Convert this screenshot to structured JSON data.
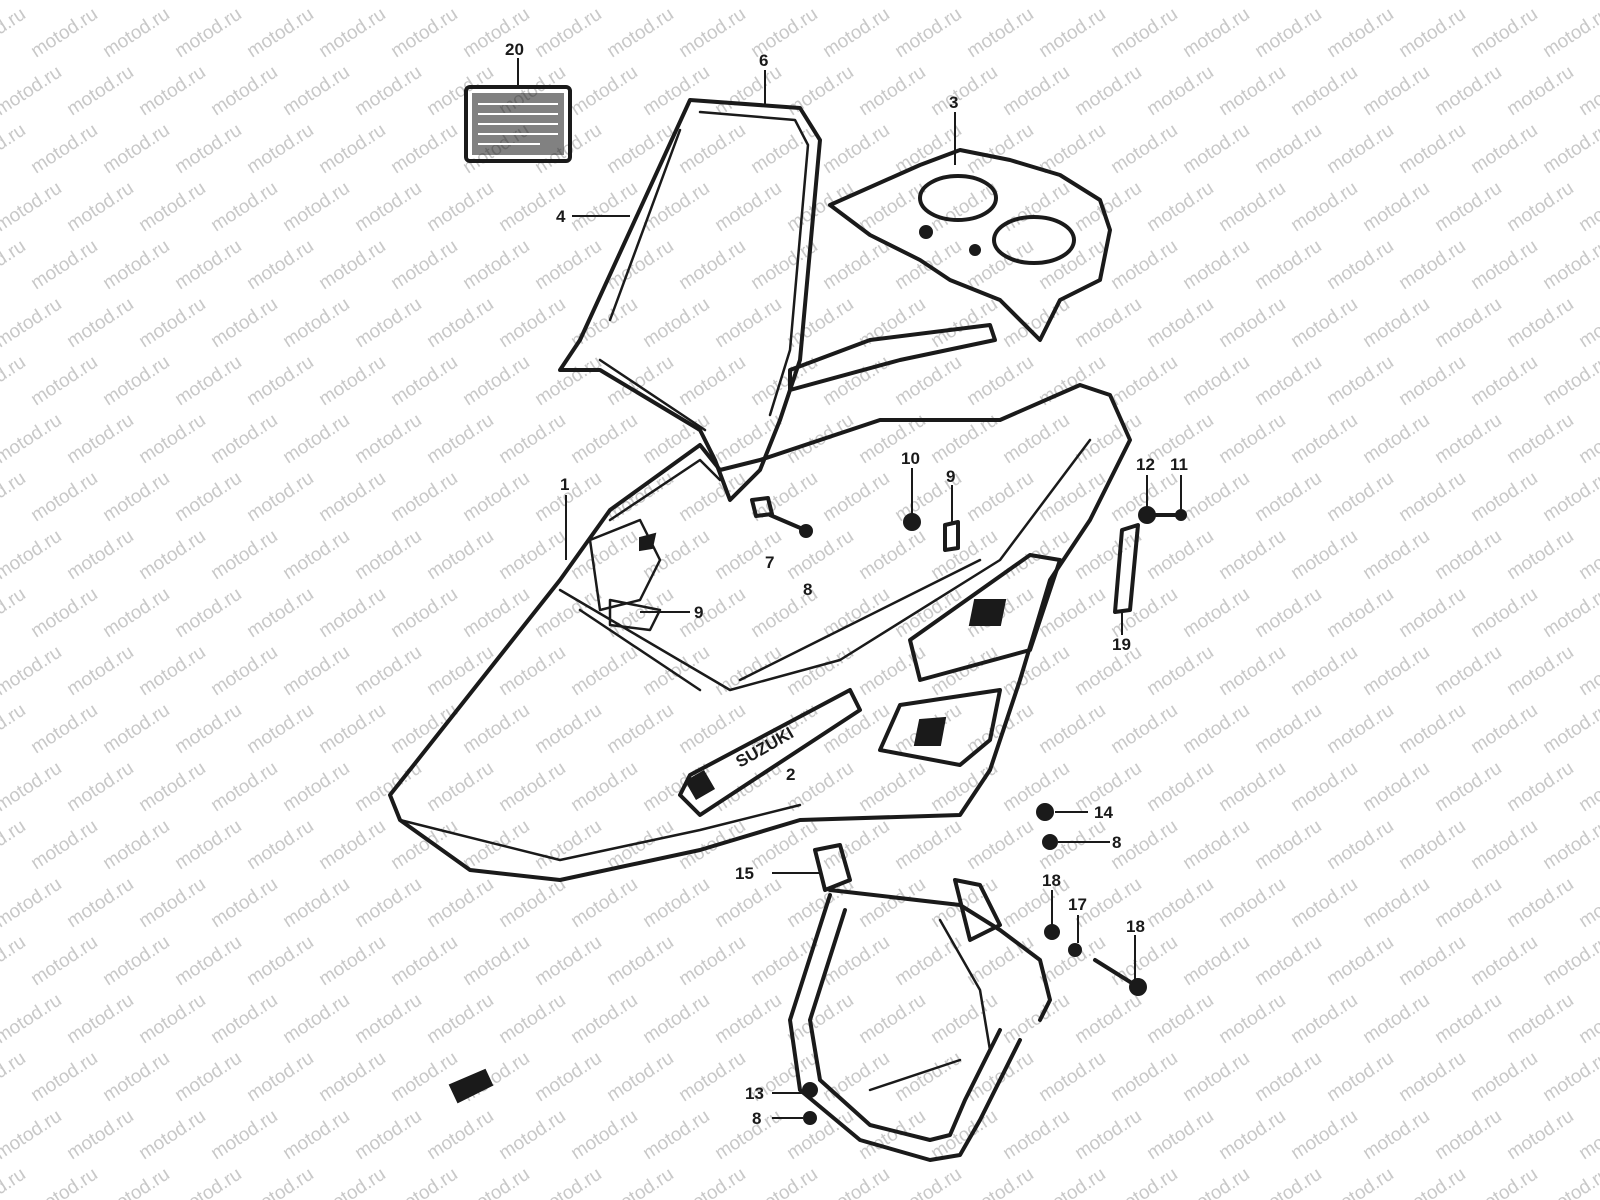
{
  "watermark": {
    "text": "motod.ru",
    "color": "#c8c8c8"
  },
  "brand_logo": {
    "text": "SUZUKI",
    "symbol": "suzuki-s-emblem"
  },
  "callouts": [
    "20",
    "6",
    "3",
    "4",
    "1",
    "10",
    "9",
    "12",
    "11",
    "7",
    "8",
    "9",
    "19",
    "2",
    "14",
    "8",
    "15",
    "18",
    "17",
    "18",
    "13",
    "8"
  ],
  "label_icons": [
    "warning-label-icon"
  ],
  "colors": {
    "ink": "#1a1a1a",
    "paper": "#ffffff"
  }
}
